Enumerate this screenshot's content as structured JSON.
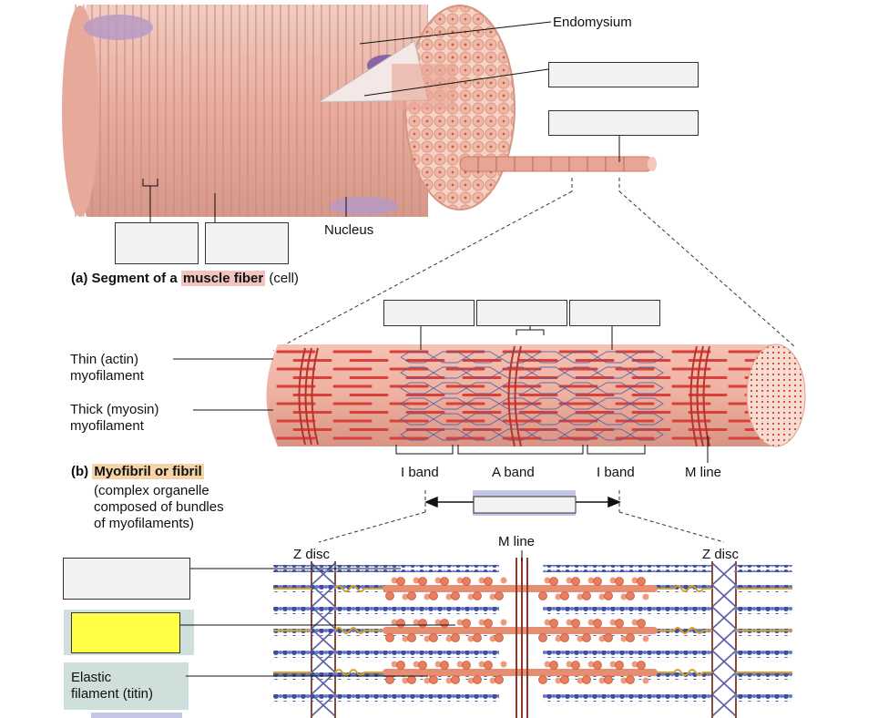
{
  "labels": {
    "endomysium": "Endomysium",
    "nucleus": "Nucleus",
    "thin_line1": "Thin (actin)",
    "thin_line2": "myofilament",
    "thick_line1": "Thick (myosin)",
    "thick_line2": "myofilament",
    "i_band_left": "I band",
    "a_band": "A band",
    "i_band_right": "I band",
    "m_line_mid": "M line",
    "m_line_bottom": "M line",
    "z_disc_left": "Z disc",
    "z_disc_right": "Z disc",
    "elastic_line1": "Elastic",
    "elastic_line2": "filament (titin)"
  },
  "captions": {
    "a_prefix": "(a) Segment of a",
    "a_highlight": "muscle fiber",
    "a_suffix": "(cell)",
    "b_prefix": "(b)",
    "b_highlight": "Myofibril or fibril",
    "b_line2": "(complex organelle",
    "b_line3": "composed of bundles",
    "b_line4": "of myofilaments)"
  },
  "colors": {
    "fiber": "#e9b3a6",
    "stripe": "#c98a7d",
    "red_filament": "#d8413a",
    "blue_filament": "#4b5ea8",
    "yellow_box": "#ffff44",
    "teal_bg": "#cfe0dc",
    "purple_bg": "#c5c5e8"
  }
}
